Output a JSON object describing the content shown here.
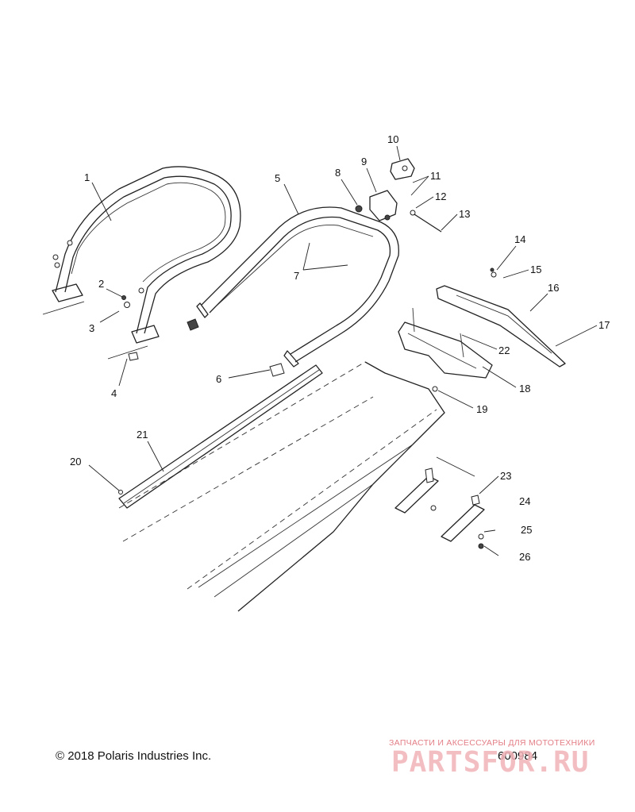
{
  "diagram": {
    "callouts": [
      {
        "n": "1"
      },
      {
        "n": "2"
      },
      {
        "n": "3"
      },
      {
        "n": "4"
      },
      {
        "n": "5"
      },
      {
        "n": "6"
      },
      {
        "n": "7"
      },
      {
        "n": "8"
      },
      {
        "n": "9"
      },
      {
        "n": "10"
      },
      {
        "n": "11"
      },
      {
        "n": "12"
      },
      {
        "n": "13"
      },
      {
        "n": "14"
      },
      {
        "n": "15"
      },
      {
        "n": "16"
      },
      {
        "n": "17"
      },
      {
        "n": "18"
      },
      {
        "n": "19"
      },
      {
        "n": "20"
      },
      {
        "n": "21"
      },
      {
        "n": "22"
      },
      {
        "n": "23"
      },
      {
        "n": "24"
      },
      {
        "n": "25"
      },
      {
        "n": "26"
      }
    ]
  },
  "footer": {
    "copyright": "© 2018 Polaris Industries Inc.",
    "drawing_number": "600984"
  },
  "watermark": {
    "tagline": "ЗАПЧАСТИ И АКСЕССУАРЫ ДЛЯ МОТОТЕХНИКИ",
    "logo_text": "PARTSFOR.RU",
    "color": "#e37e86"
  }
}
